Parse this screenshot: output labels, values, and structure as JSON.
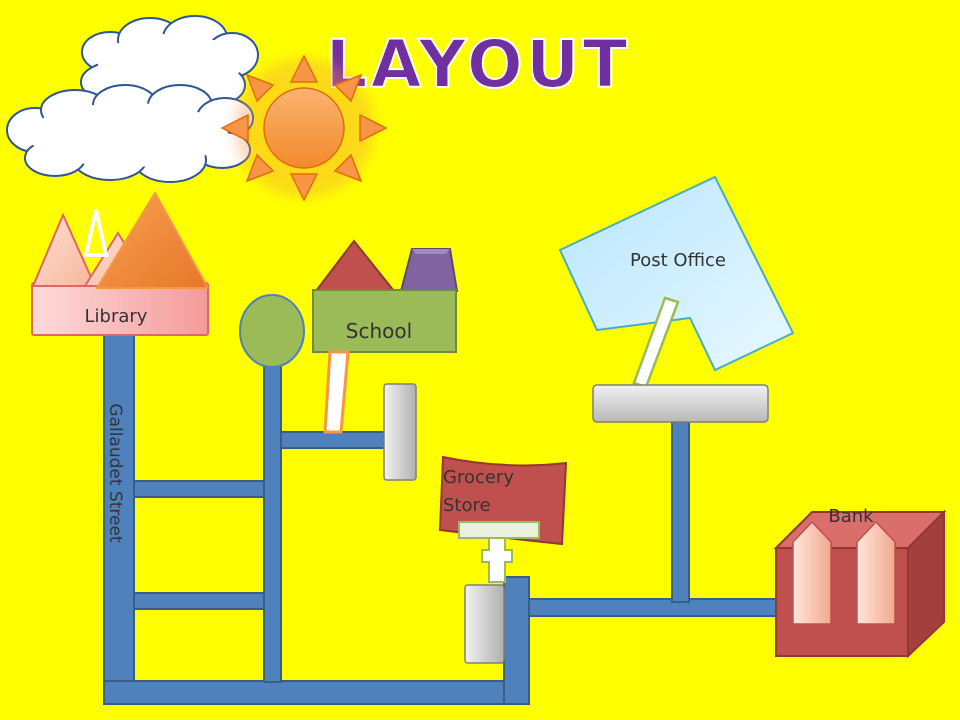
{
  "title": "LAYOUT",
  "labels": {
    "library": "Library",
    "school": "School",
    "post_office": "Post Office",
    "grocery_store_line1": "Grocery",
    "grocery_store_line2": "Store",
    "bank": "Bank",
    "street": "Gallaudet Street"
  },
  "colors": {
    "background": "#ffff00",
    "road": "#4f81bd",
    "road_border": "#385d8a",
    "title_fill": "#7030a0",
    "library_body": "#f7a8a8",
    "school_body": "#9bbb59",
    "post_office": "#c6efff",
    "grocery": "#c0504d",
    "bank_front": "#c0504d",
    "sun": "#f79646",
    "cloud": "#ffffff"
  },
  "icons": [
    "cloud-icon",
    "sun-icon",
    "tree-icon",
    "mountain-icon",
    "house-roof-icon"
  ]
}
